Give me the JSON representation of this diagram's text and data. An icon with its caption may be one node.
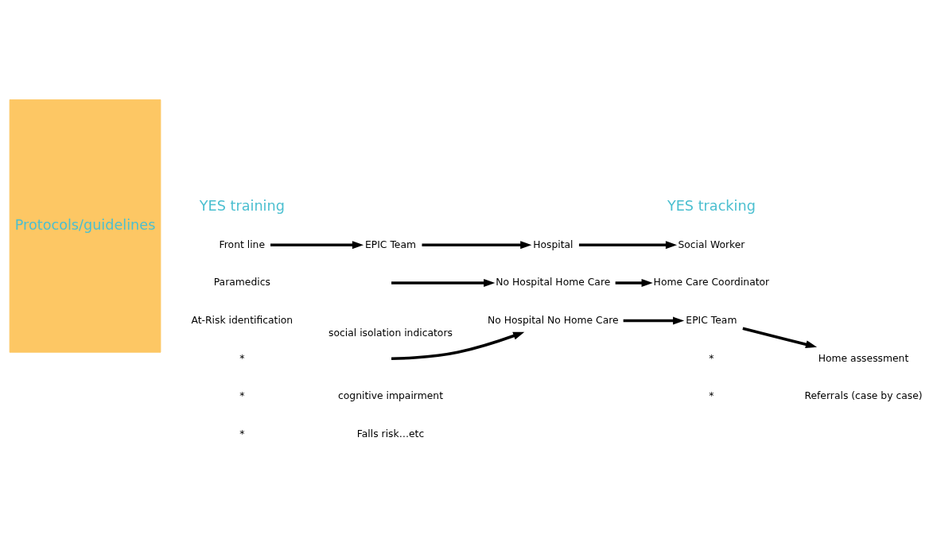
{
  "diagram": {
    "nodes": [
      {
        "text": [
          "Protocols/guidelines"
        ]
      },
      {
        "text": [
          "Front line"
        ]
      },
      {
        "text": [
          "EPIC Team"
        ]
      },
      {
        "text": [
          "Hospital"
        ]
      },
      {
        "text": [
          "Social Worker"
        ]
      },
      {
        "text": [
          "No Hospital Home Care"
        ]
      },
      {
        "text": [
          "Home Care Coordinator"
        ]
      },
      {
        "text": [
          "No Hospital No Home Care"
        ]
      },
      {
        "text": [
          "EPIC Team"
        ]
      },
      {
        "text": [
          "Home assessment"
        ]
      },
      {
        "text": [
          "Referrals (case by case)"
        ]
      }
    ],
    "edges": [
      {
        "from": 1,
        "to": 2,
        "arrow": "to"
      },
      {
        "from": 2,
        "to": 3,
        "arrow": "to"
      },
      {
        "from": 3,
        "to": 4,
        "arrow": "to"
      },
      {
        "from": null,
        "to": 5,
        "arrow": "to"
      },
      {
        "from": 5,
        "to": 6,
        "arrow": "to"
      },
      {
        "from": null,
        "to": 7,
        "arrow": "to"
      },
      {
        "from": 7,
        "to": 8,
        "arrow": "to"
      },
      {
        "from": 8,
        "to": 9,
        "arrow": "to"
      }
    ],
    "labels": [
      "YES training",
      "YES tracking",
      "Paramedics",
      "At-Risk identification",
      "*",
      "social isolation indicators",
      "*",
      "cognitive impairment",
      "*",
      "Falls risk…etc",
      "*",
      "*"
    ]
  }
}
